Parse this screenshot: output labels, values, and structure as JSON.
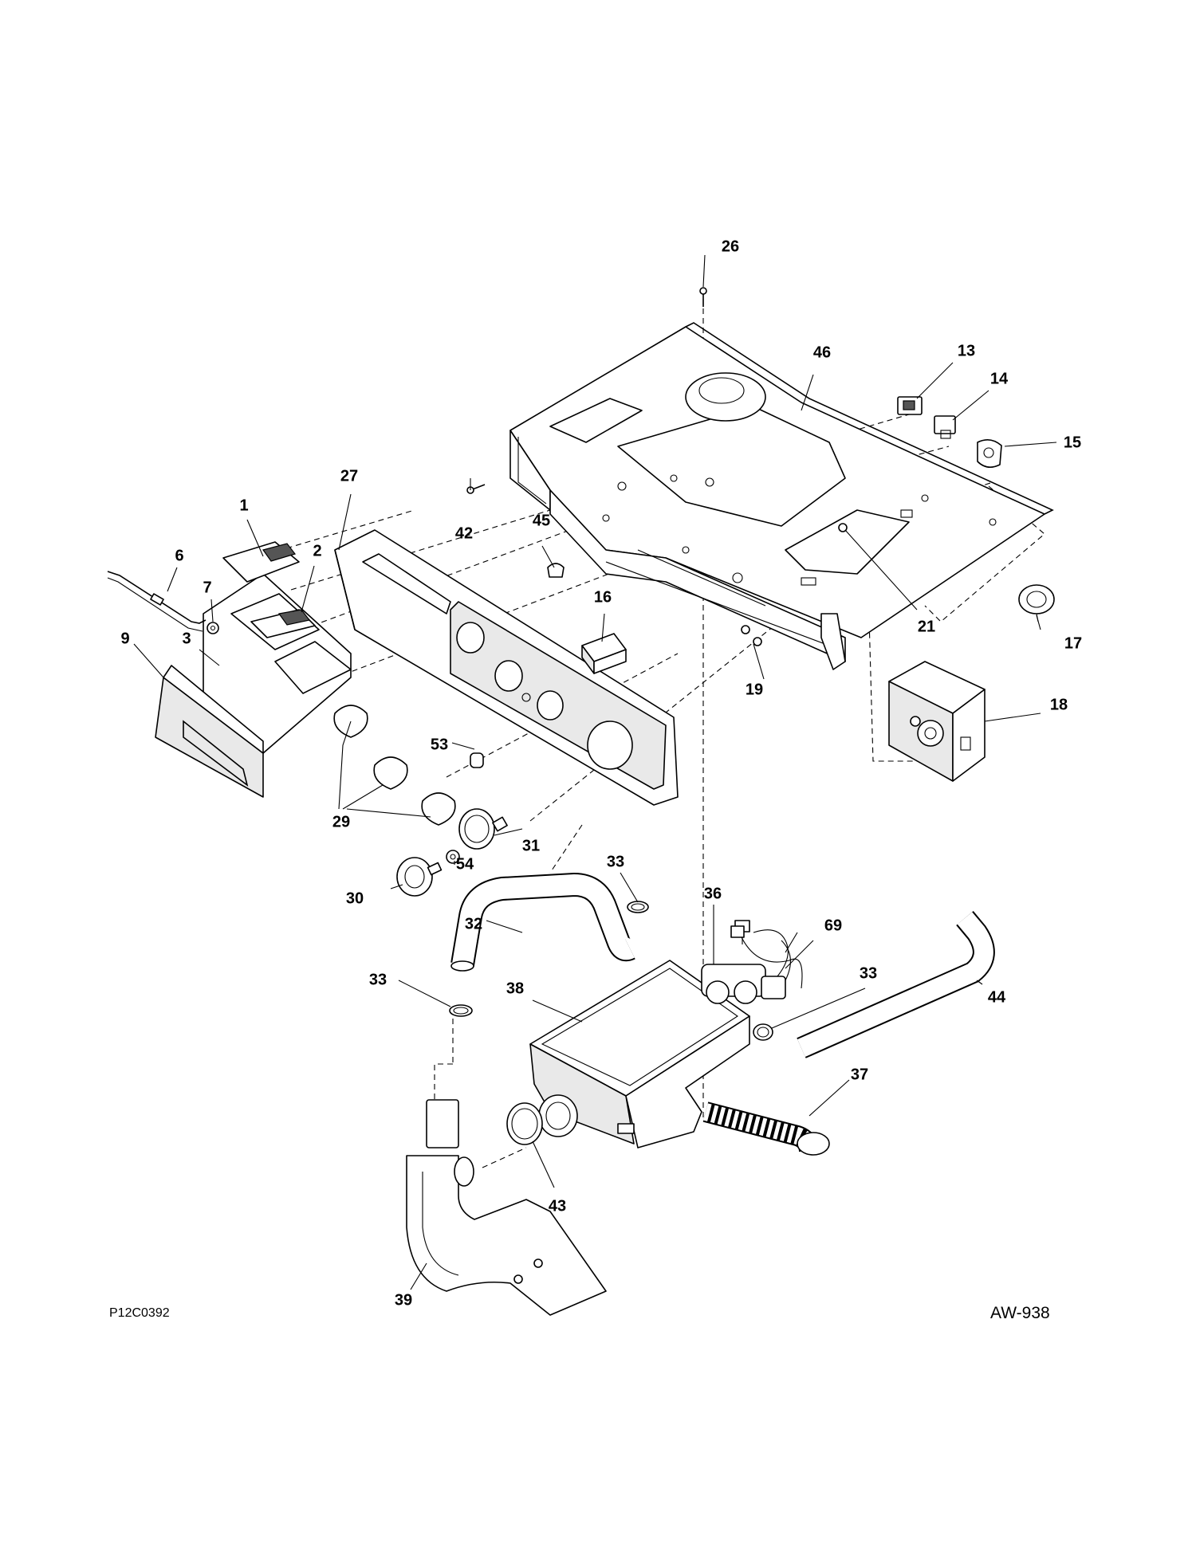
{
  "diagram": {
    "drawing_code": "P12C0392",
    "sheet_code": "AW-938",
    "callouts": {
      "c1": "1",
      "c2": "2",
      "c3": "3",
      "c6": "6",
      "c7": "7",
      "c9": "9",
      "c13": "13",
      "c14": "14",
      "c15": "15",
      "c16": "16",
      "c17": "17",
      "c18": "18",
      "c19": "19",
      "c21": "21",
      "c26": "26",
      "c27": "27",
      "c29": "29",
      "c30": "30",
      "c31": "31",
      "c32": "32",
      "c33a": "33",
      "c33b": "33",
      "c33c": "33",
      "c36": "36",
      "c37": "37",
      "c38": "38",
      "c39": "39",
      "c42": "42",
      "c43": "43",
      "c44": "44",
      "c45": "45",
      "c46": "46",
      "c53": "53",
      "c54": "54",
      "c69": "69"
    }
  }
}
